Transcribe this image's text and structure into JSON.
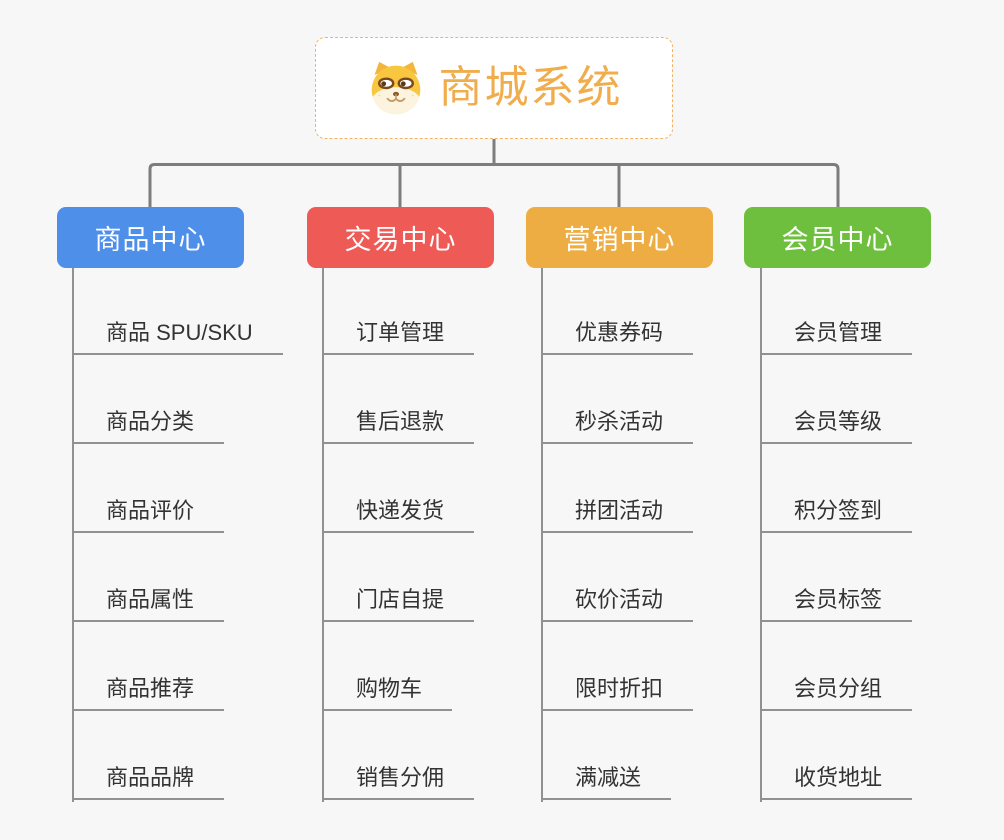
{
  "page": {
    "background": "#F7F7F7"
  },
  "root": {
    "title": "商城系统",
    "icon": "doge-icon",
    "title_color": "#F0AD4E",
    "border_color": "#F2B266"
  },
  "connector_color": "#7D7D7D",
  "leaf_line_color": "#919191",
  "branches": [
    {
      "id": "product-center",
      "label": "商品中心",
      "color": "#4D8FE9",
      "children": [
        "商品 SPU/SKU",
        "商品分类",
        "商品评价",
        "商品属性",
        "商品推荐",
        "商品品牌"
      ]
    },
    {
      "id": "trade-center",
      "label": "交易中心",
      "color": "#EE5B56",
      "children": [
        "订单管理",
        "售后退款",
        "快递发货",
        "门店自提",
        "购物车",
        "销售分佣"
      ]
    },
    {
      "id": "marketing-center",
      "label": "营销中心",
      "color": "#EDAD43",
      "children": [
        "优惠券码",
        "秒杀活动",
        "拼团活动",
        "砍价活动",
        "限时折扣",
        "满减送"
      ]
    },
    {
      "id": "member-center",
      "label": "会员中心",
      "color": "#6FBF3F",
      "children": [
        "会员管理",
        "会员等级",
        "积分签到",
        "会员标签",
        "会员分组",
        "收货地址"
      ]
    }
  ]
}
